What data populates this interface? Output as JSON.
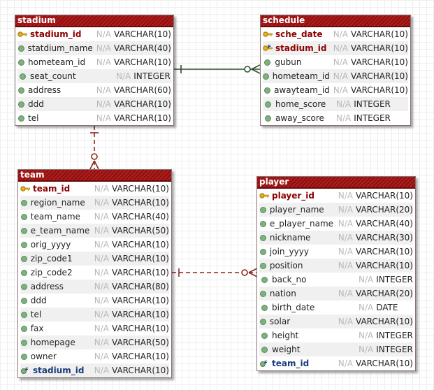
{
  "entities": {
    "stadium": {
      "name": "stadium",
      "columns": [
        {
          "name": "stadium_id",
          "kind": "pk",
          "null": "N/A",
          "type": "VARCHAR(10)"
        },
        {
          "name": "statdium_name",
          "kind": "col",
          "null": "N/A",
          "type": "VARCHAR(40)"
        },
        {
          "name": "hometeam_id",
          "kind": "col",
          "null": "N/A",
          "type": "VARCHAR(10)"
        },
        {
          "name": "seat_count",
          "kind": "col",
          "null": "N/A",
          "type": "INTEGER"
        },
        {
          "name": "address",
          "kind": "col",
          "null": "N/A",
          "type": "VARCHAR(60)"
        },
        {
          "name": "ddd",
          "kind": "col",
          "null": "N/A",
          "type": "VARCHAR(10)"
        },
        {
          "name": "tel",
          "kind": "col",
          "null": "N/A",
          "type": "VARCHAR(10)"
        }
      ]
    },
    "schedule": {
      "name": "schedule",
      "columns": [
        {
          "name": "sche_date",
          "kind": "pk",
          "null": "N/A",
          "type": "VARCHAR(10)"
        },
        {
          "name": "stadium_id",
          "kind": "pfk",
          "null": "N/A",
          "type": "VARCHAR(10)"
        },
        {
          "name": "gubun",
          "kind": "col",
          "null": "N/A",
          "type": "VARCHAR(10)"
        },
        {
          "name": "hometeam_id",
          "kind": "col",
          "null": "N/A",
          "type": "VARCHAR(10)"
        },
        {
          "name": "awayteam_id",
          "kind": "col",
          "null": "N/A",
          "type": "VARCHAR(10)"
        },
        {
          "name": "home_score",
          "kind": "col",
          "null": "N/A",
          "type": "INTEGER"
        },
        {
          "name": "away_score",
          "kind": "col",
          "null": "N/A",
          "type": "INTEGER"
        }
      ]
    },
    "team": {
      "name": "team",
      "columns": [
        {
          "name": "team_id",
          "kind": "pk",
          "null": "N/A",
          "type": "VARCHAR(10)"
        },
        {
          "name": "region_name",
          "kind": "col",
          "null": "N/A",
          "type": "VARCHAR(10)"
        },
        {
          "name": "team_name",
          "kind": "col",
          "null": "N/A",
          "type": "VARCHAR(40)"
        },
        {
          "name": "e_team_name",
          "kind": "col",
          "null": "N/A",
          "type": "VARCHAR(50)"
        },
        {
          "name": "orig_yyyy",
          "kind": "col",
          "null": "N/A",
          "type": "VARCHAR(10)"
        },
        {
          "name": "zip_code1",
          "kind": "col",
          "null": "N/A",
          "type": "VARCHAR(10)"
        },
        {
          "name": "zip_code2",
          "kind": "col",
          "null": "N/A",
          "type": "VARCHAR(10)"
        },
        {
          "name": "address",
          "kind": "col",
          "null": "N/A",
          "type": "VARCHAR(80)"
        },
        {
          "name": "ddd",
          "kind": "col",
          "null": "N/A",
          "type": "VARCHAR(10)"
        },
        {
          "name": "tel",
          "kind": "col",
          "null": "N/A",
          "type": "VARCHAR(10)"
        },
        {
          "name": "fax",
          "kind": "col",
          "null": "N/A",
          "type": "VARCHAR(10)"
        },
        {
          "name": "homepage",
          "kind": "col",
          "null": "N/A",
          "type": "VARCHAR(50)"
        },
        {
          "name": "owner",
          "kind": "col",
          "null": "N/A",
          "type": "VARCHAR(10)"
        },
        {
          "name": "stadium_id",
          "kind": "fk",
          "null": "N/A",
          "type": "VARCHAR(10)"
        }
      ]
    },
    "player": {
      "name": "player",
      "columns": [
        {
          "name": "player_id",
          "kind": "pk",
          "null": "N/A",
          "type": "VARCHAR(10)"
        },
        {
          "name": "player_name",
          "kind": "col",
          "null": "N/A",
          "type": "VARCHAR(20)"
        },
        {
          "name": "e_player_name",
          "kind": "col",
          "null": "N/A",
          "type": "VARCHAR(40)"
        },
        {
          "name": "nickname",
          "kind": "col",
          "null": "N/A",
          "type": "VARCHAR(30)"
        },
        {
          "name": "join_yyyy",
          "kind": "col",
          "null": "N/A",
          "type": "VARCHAR(10)"
        },
        {
          "name": "position",
          "kind": "col",
          "null": "N/A",
          "type": "VARCHAR(10)"
        },
        {
          "name": "back_no",
          "kind": "col",
          "null": "N/A",
          "type": "INTEGER"
        },
        {
          "name": "nation",
          "kind": "col",
          "null": "N/A",
          "type": "VARCHAR(20)"
        },
        {
          "name": "birth_date",
          "kind": "col",
          "null": "N/A",
          "type": "DATE"
        },
        {
          "name": "solar",
          "kind": "col",
          "null": "N/A",
          "type": "VARCHAR(10)"
        },
        {
          "name": "height",
          "kind": "col",
          "null": "N/A",
          "type": "INTEGER"
        },
        {
          "name": "weight",
          "kind": "col",
          "null": "N/A",
          "type": "INTEGER"
        },
        {
          "name": "team_id",
          "kind": "fk",
          "null": "N/A",
          "type": "VARCHAR(10)"
        }
      ]
    }
  },
  "relationships": [
    {
      "from": "stadium",
      "to": "schedule",
      "style": "identifying",
      "color": "#2f4f2f"
    },
    {
      "from": "stadium",
      "to": "team",
      "style": "non-identifying",
      "color": "#8b2a1a"
    },
    {
      "from": "team",
      "to": "player",
      "style": "non-identifying",
      "color": "#8b2a1a"
    }
  ],
  "icons": {
    "pk": "key-icon",
    "pfk": "key-foreign-icon",
    "fk": "foreign-key-icon",
    "col": "column-dot-icon"
  },
  "colors": {
    "header": "#a01818",
    "pk_text": "#8b0000",
    "fk_text": "#1a3c7a",
    "null_text": "#b8b8b8"
  }
}
